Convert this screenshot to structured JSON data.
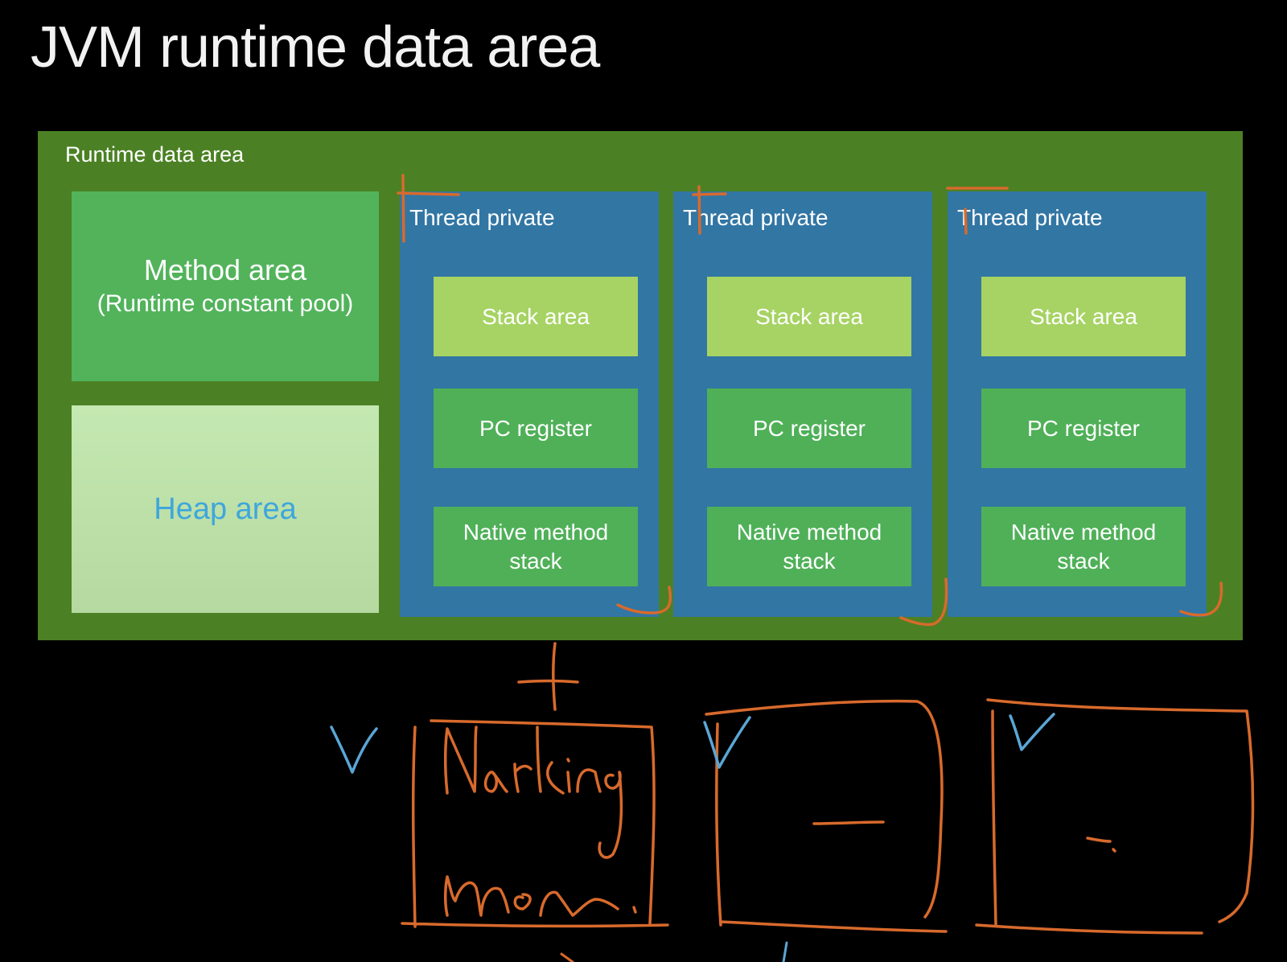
{
  "title": "JVM runtime data area",
  "runtime": {
    "label": "Runtime data area",
    "method_area": {
      "line1": "Method area",
      "line2": "(Runtime constant pool)"
    },
    "heap_area": "Heap area",
    "threads": [
      {
        "label": "Thread private",
        "stack": "Stack area",
        "pc": "PC register",
        "native_line1": "Native method",
        "native_line2": "stack"
      },
      {
        "label": "Thread private",
        "stack": "Stack area",
        "pc": "PC register",
        "native_line1": "Native method",
        "native_line2": "stack"
      },
      {
        "label": "Thread private",
        "stack": "Stack area",
        "pc": "PC register",
        "native_line1": "Native method",
        "native_line2": "stack"
      }
    ]
  },
  "annotations": {
    "ink_color": "#d86a2c",
    "check_color": "#5aa6d6"
  },
  "colors": {
    "background": "#000000",
    "runtime_bg": "#4b8124",
    "thread_bg": "#3276a4",
    "method_bg": "#52b35b",
    "heap_bg": "#c4e8b1",
    "heap_text": "#3fa6dc",
    "stack_bg": "#a6d363",
    "register_bg": "#4fb058"
  }
}
